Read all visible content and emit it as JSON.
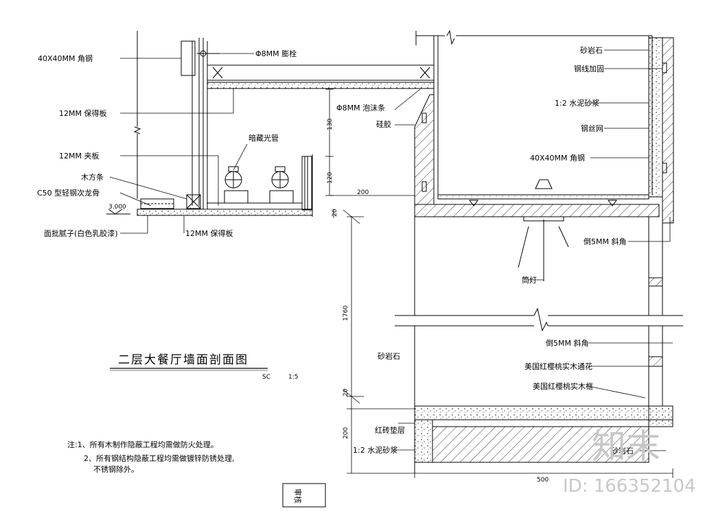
{
  "title": "二层大餐厅墙面剖面图",
  "title_scale_left": "SC",
  "title_scale_right": "1:5",
  "labels_left": {
    "angle_steel": "40X40MM 角钢",
    "anchor_bolt": "Φ8MM 膨栓",
    "board_12_top": "12MM 保得板",
    "concealed_light_tube": "暗藏光管",
    "plywood_12": "12MM 夹板",
    "wood_strip": "木方条",
    "c50_keel": "C50 型轻钢次龙骨",
    "level": "3.000",
    "putty": "面批腻子(白色乳胶漆)",
    "board_12_bottom": "12MM 保得板"
  },
  "labels_mid": {
    "foam_strip": "Φ8MM 泡沫条",
    "silicone": "硅胶",
    "sandstone_wall": "砂岩石",
    "red_brick": "红砖垫层",
    "mortar_bottom": "1:2 水泥砂浆",
    "downlight": "筒灯"
  },
  "labels_right": {
    "sandstone": "砂岩石",
    "steel_wire_reinforce": "钢线加固",
    "mortar": "1:2 水泥砂浆",
    "steel_mesh": "钢丝网",
    "angle_steel": "40X40MM 角钢",
    "chamfer_5_top": "倒5MM 斜角",
    "chamfer_5_bottom": "倒5MM 斜角",
    "cherry_lattice": "美国红樱桃实木通花",
    "cherry_frame": "美国红樱桃实木框",
    "sandstone_bottom": "砂岩石"
  },
  "dimensions": {
    "d130": "130",
    "d120": "120",
    "d200_h": "200",
    "d20_top": "20",
    "d1760": "1760",
    "d20_bot": "20",
    "d200_v": "200",
    "d500": "500"
  },
  "notes": {
    "line1": "注:1、所有木制作隐蔽工程均需做防火处理。",
    "line2": "2、所有钢结构隐蔽工程均需做镀锌防锈处理,",
    "line3": "不锈钢除外。"
  },
  "stamp_text": "审核",
  "watermark": {
    "brand": "知末",
    "id_text": "ID: 166352104"
  }
}
